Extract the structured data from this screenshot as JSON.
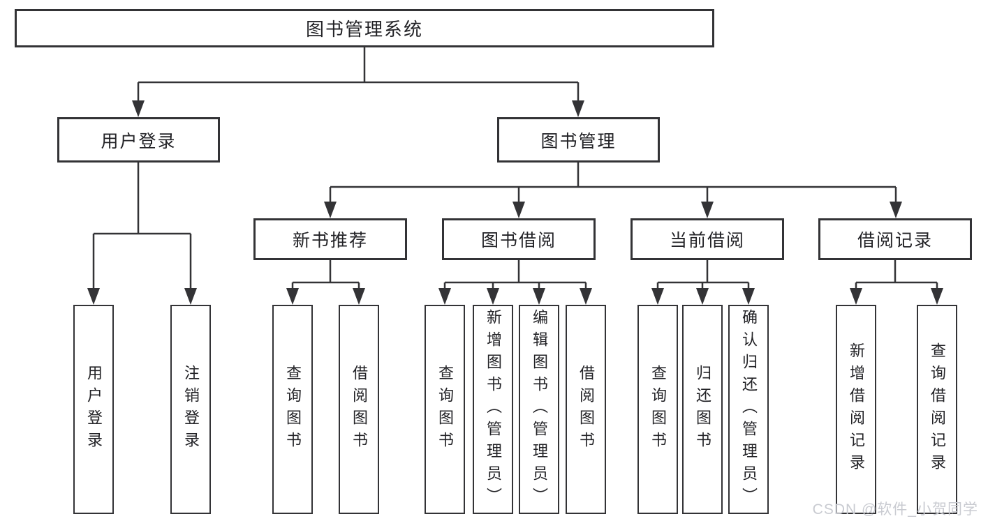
{
  "tree": {
    "root": {
      "label": "图书管理系统",
      "children": [
        {
          "label": "用户登录",
          "children": [
            {
              "label": "用户登录"
            },
            {
              "label": "注销登录"
            }
          ]
        },
        {
          "label": "图书管理",
          "children": [
            {
              "label": "新书推荐",
              "children": [
                {
                  "label": "查询图书"
                },
                {
                  "label": "借阅图书"
                }
              ]
            },
            {
              "label": "图书借阅",
              "children": [
                {
                  "label": "查询图书"
                },
                {
                  "label": "新增图书（管理员）"
                },
                {
                  "label": "编辑图书（管理员）"
                },
                {
                  "label": "借阅图书"
                }
              ]
            },
            {
              "label": "当前借阅",
              "children": [
                {
                  "label": "查询图书"
                },
                {
                  "label": "归还图书"
                },
                {
                  "label": "确认归还（管理员）"
                }
              ]
            },
            {
              "label": "借阅记录",
              "children": [
                {
                  "label": "新增借阅记录"
                },
                {
                  "label": "查询借阅记录"
                }
              ]
            }
          ]
        }
      ]
    }
  },
  "watermark": {
    "text": "CSDN @软件_小贺同学",
    "color": "#c9cbd1"
  },
  "colors": {
    "line": "#333336",
    "text": "#222226",
    "background": "#ffffff"
  }
}
